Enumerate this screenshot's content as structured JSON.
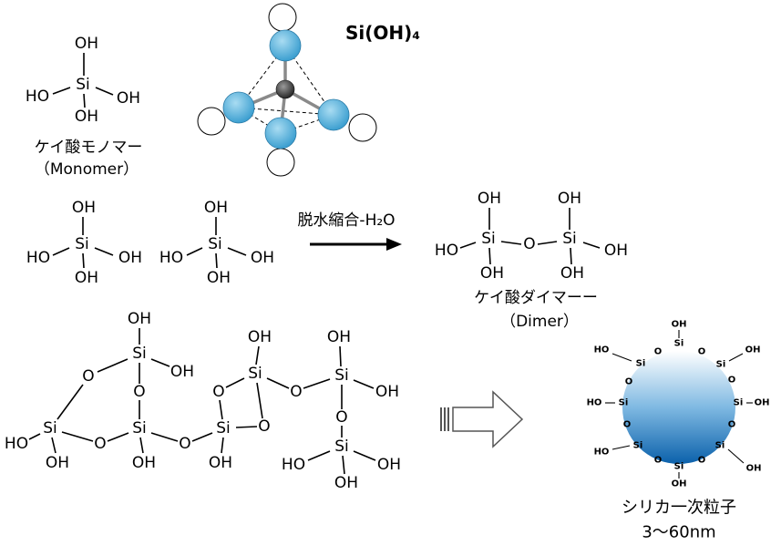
{
  "colors": {
    "oxygen_light": "#a9dcf2",
    "oxygen": "#3c9fd0",
    "silicon_light": "#9a9a9a",
    "silicon": "#262626",
    "hydrogen": "#ffffff",
    "particle_light": "#ffffff",
    "particle_mid": "#7fb9e2",
    "particle_dark": "#0b61ab"
  },
  "model_3d": {
    "formula": "Si(OH)₄"
  },
  "monomer": {
    "atoms": [
      "OH",
      "Si",
      "HO",
      "OH",
      "OH"
    ],
    "label": "ケイ酸モノマー",
    "label_en": "（Monomer）"
  },
  "reaction": {
    "monomers": [
      {
        "atoms": [
          "OH",
          "Si",
          "HO",
          "OH",
          "OH"
        ]
      },
      {
        "atoms": [
          "OH",
          "Si",
          "HO",
          "OH",
          "OH"
        ]
      }
    ],
    "arrow_label": "脱水縮合-H₂O"
  },
  "dimer": {
    "atoms": [
      "OH",
      "Si",
      "HO",
      "O",
      "Si",
      "OH",
      "OH",
      "OH",
      "OH"
    ],
    "label": "ケイ酸ダイマーー",
    "label_en": "（Dimer）"
  },
  "polymer": {
    "atoms": [
      "OH",
      "Si",
      "OH",
      "O",
      "O",
      "Si",
      "OH",
      "Si",
      "HO",
      "OH",
      "O",
      "O",
      "Si",
      "OH",
      "O",
      "O",
      "Si",
      "OH",
      "O",
      "Si",
      "OH",
      "OH",
      "O",
      "Si",
      "HO",
      "OH",
      "OH"
    ]
  },
  "particle": {
    "surface_atoms": [
      "OH",
      "Si",
      "O",
      "O",
      "HO",
      "Si",
      "O",
      "OH",
      "Si",
      "O",
      "HO",
      "Si",
      "O",
      "Si",
      "OH",
      "O",
      "HO",
      "Si",
      "O",
      "Si",
      "OH",
      "Si",
      "O",
      "OH"
    ],
    "label": "シリカ一次粒子",
    "size": "3～60nm"
  }
}
